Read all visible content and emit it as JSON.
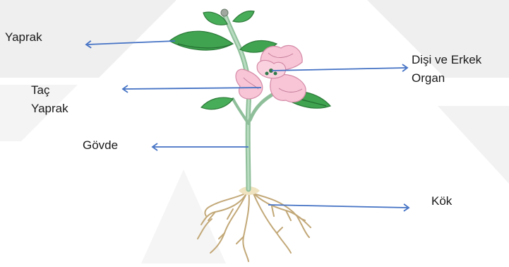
{
  "labels": {
    "leaf": "Yaprak",
    "petal_line1": "Taç",
    "petal_line2": "Yaprak",
    "stem": "Gövde",
    "organs_line1": "Dişi ve Erkek",
    "organs_line2": "Organ",
    "root": "Kök"
  },
  "colors": {
    "arrow": "#4472c4",
    "stem": "#9fc8a8",
    "leaf": "#3a9a4a",
    "petal": "#f4c2d4",
    "root": "#c9b48a",
    "watermark": "#ececec"
  }
}
